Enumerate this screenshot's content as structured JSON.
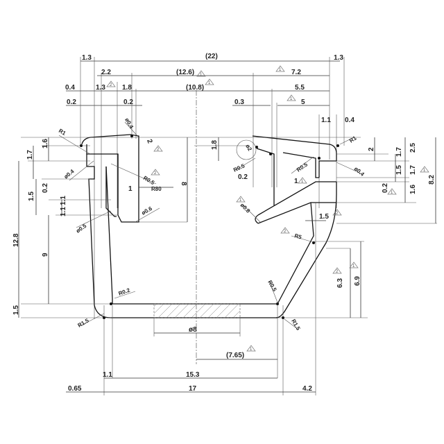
{
  "drawing": {
    "title": "Profile cross-section dimension drawing",
    "colors": {
      "line": "#333333",
      "profile": "#111111",
      "background": "#ffffff",
      "revision_mark": "#777777"
    },
    "top_dims": {
      "overall_ref": "(22)",
      "left_offset": "1.3",
      "right_offset": "1.3",
      "mid_ref": "(12.6)",
      "left_22": "2.2",
      "right_72": "7.2",
      "inner_ref": "(10.8)",
      "left_04": "0.4",
      "left_13": "1.3",
      "left_18": "1.8",
      "right_55": "5.5",
      "left_02a": "0.2",
      "left_02b": "0.2",
      "right_03": "0.3",
      "right_5": "5",
      "right_11": "1.1",
      "right_04": "0.4"
    },
    "left_dims": {
      "r1": "R1",
      "d16": "1.6",
      "d17": "1.7",
      "phi04": "ø0.4",
      "d15": "1.5",
      "d02": "0.2",
      "d11a": "1.1",
      "d11b": "1.1",
      "phi05": "ø0.5",
      "d128": "12.8",
      "d9": "9",
      "d15b": "1.5",
      "r02": "R0.2",
      "r15": "R1.5"
    },
    "center_dims": {
      "phi04": "ø0.4",
      "d2": "2",
      "r05": "R0.5",
      "d1": "1",
      "r80": "R80",
      "d8": "8",
      "phi06": "ø0.6",
      "phi8": "ø8",
      "ref765": "(7.65)"
    },
    "right_dims": {
      "d18": "1.8",
      "phi2": "ø2",
      "r05a": "R0.5",
      "d02": "0.2",
      "r05b": "R0.5",
      "d1": "1",
      "phi08": "ø0.8",
      "d15": "1.5",
      "r5": "R5",
      "r1": "R1",
      "d2": "2",
      "phi04": "ø0.4",
      "d17a": "1.7",
      "d25": "2.5",
      "d15b": "1.5",
      "d17b": "1.7",
      "d02b": "0.2",
      "d16": "1.6",
      "d82": "8.2",
      "d63": "6.3",
      "d69": "6.9",
      "r05c": "R0.5",
      "r15": "R1.5"
    },
    "bottom_dims": {
      "d11": "1.1",
      "d153": "15.3",
      "d065": "0.65",
      "d17": "17",
      "d42": "4.2"
    },
    "revision_marks": [
      "1",
      "2"
    ]
  }
}
